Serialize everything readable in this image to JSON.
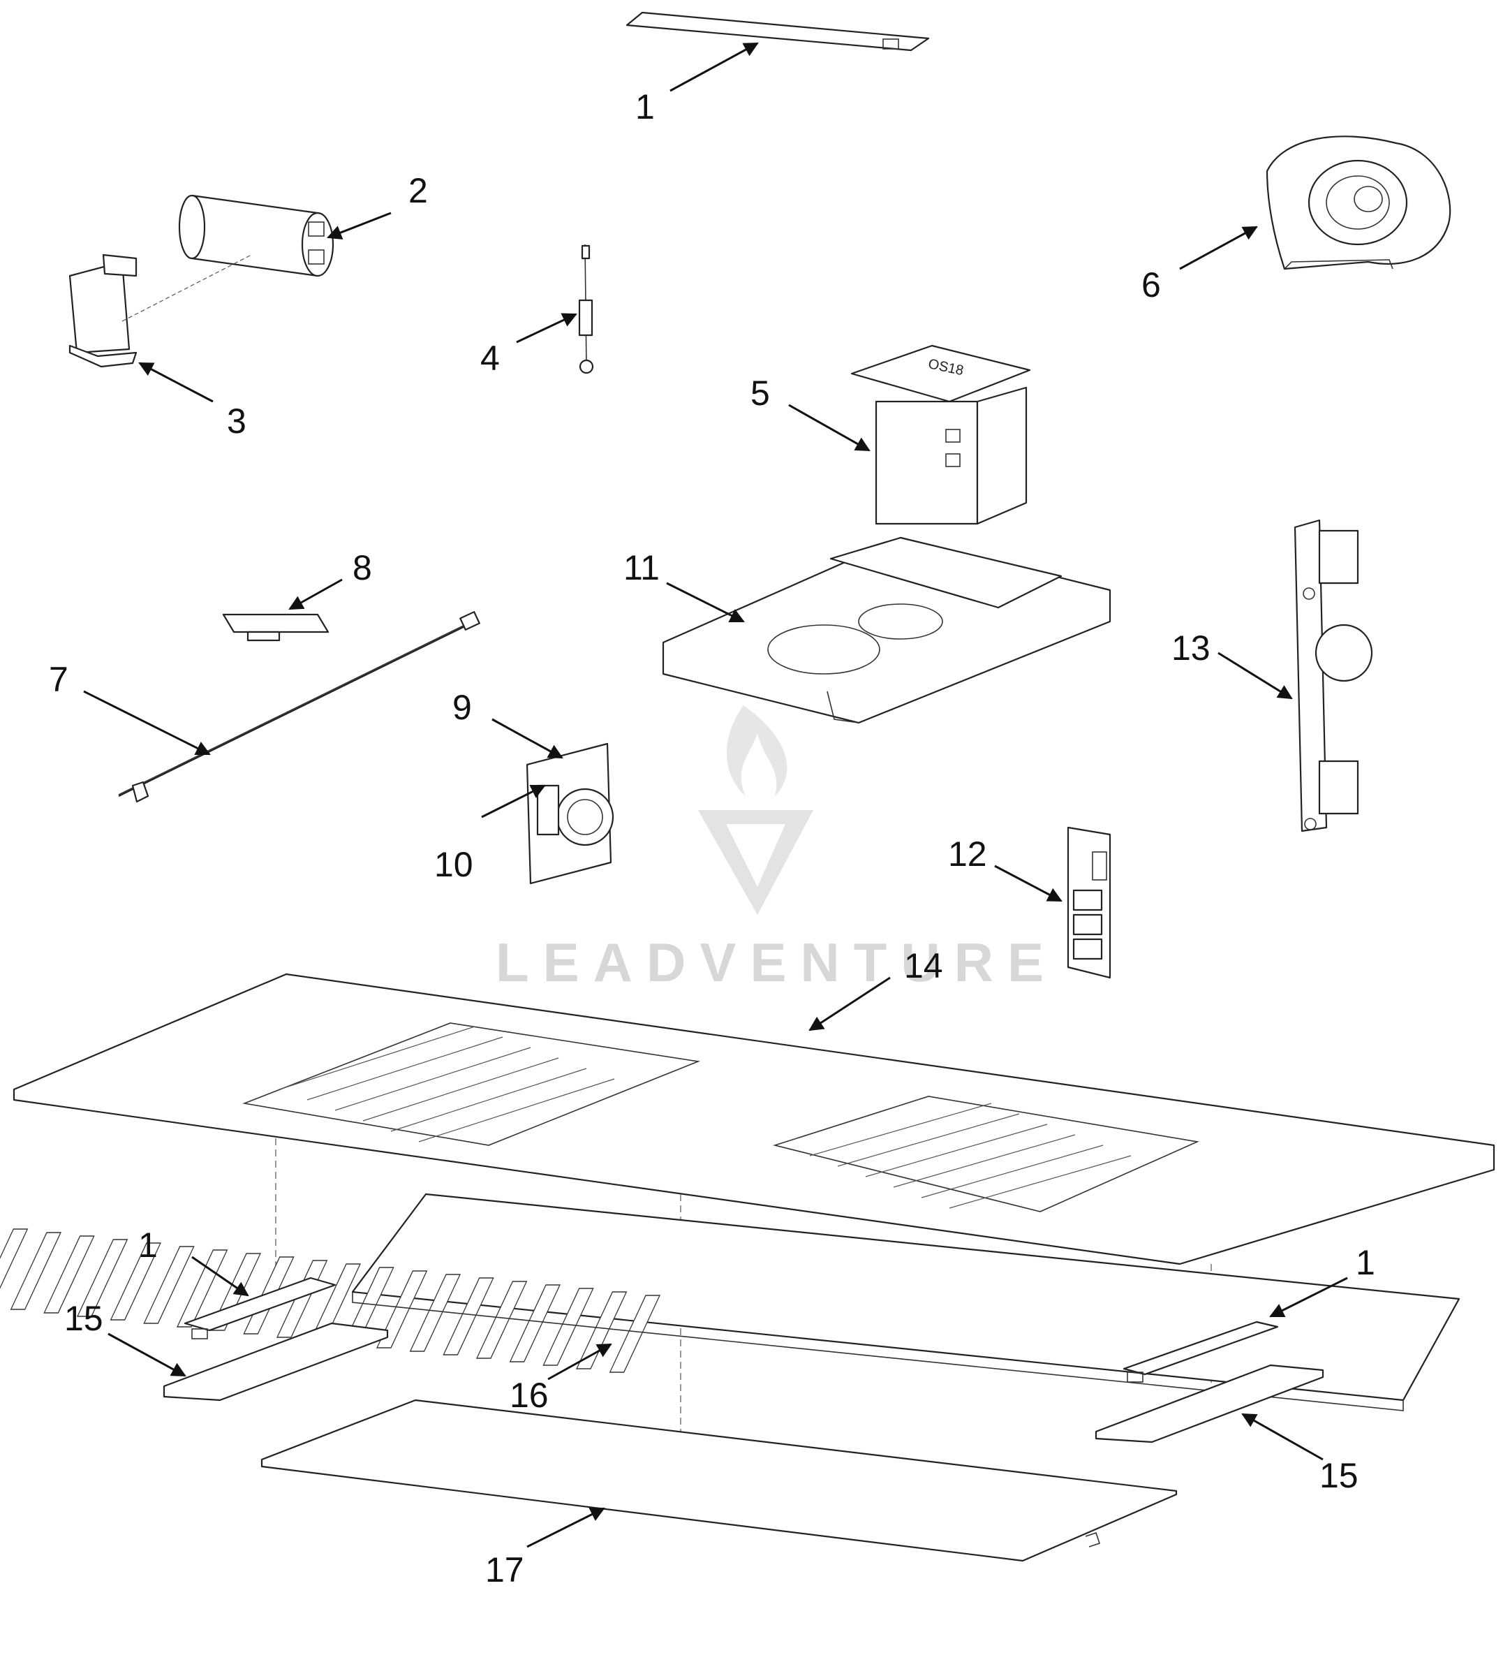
{
  "watermark": {
    "text": "LEADVENTURE"
  },
  "callouts": [
    {
      "id": "c1-top",
      "label": "1"
    },
    {
      "id": "c2",
      "label": "2"
    },
    {
      "id": "c3",
      "label": "3"
    },
    {
      "id": "c4",
      "label": "4"
    },
    {
      "id": "c5",
      "label": "5"
    },
    {
      "id": "c6",
      "label": "6"
    },
    {
      "id": "c7",
      "label": "7"
    },
    {
      "id": "c8",
      "label": "8"
    },
    {
      "id": "c9",
      "label": "9"
    },
    {
      "id": "c10",
      "label": "10"
    },
    {
      "id": "c11",
      "label": "11"
    },
    {
      "id": "c12",
      "label": "12"
    },
    {
      "id": "c13",
      "label": "13"
    },
    {
      "id": "c14",
      "label": "14"
    },
    {
      "id": "c1-left",
      "label": "1"
    },
    {
      "id": "c1-right",
      "label": "1"
    },
    {
      "id": "c15-left",
      "label": "15"
    },
    {
      "id": "c15-right",
      "label": "15"
    },
    {
      "id": "c16",
      "label": "16"
    },
    {
      "id": "c17",
      "label": "17"
    }
  ],
  "transformer_marking": "OS18"
}
